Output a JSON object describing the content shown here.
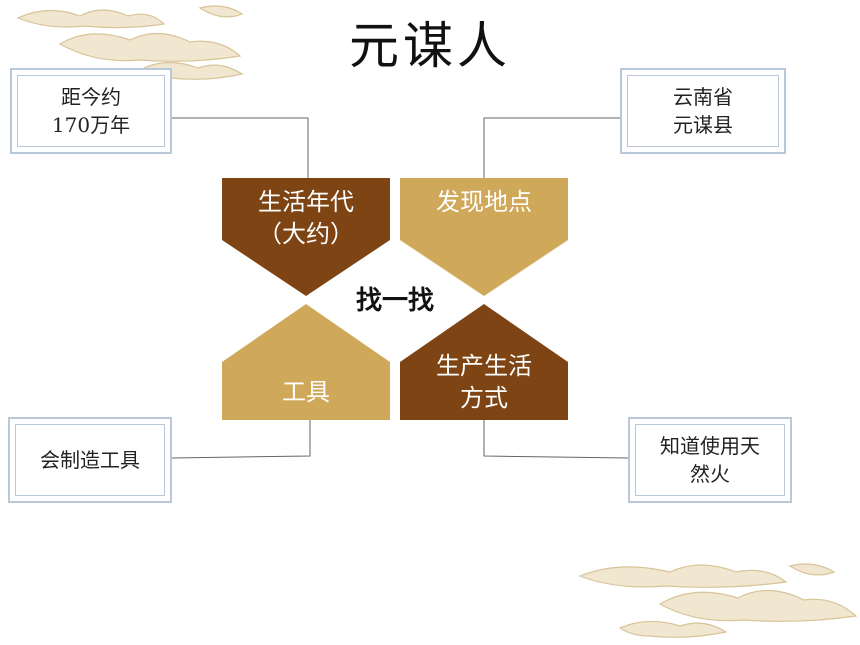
{
  "title": "元谋人",
  "center_label": "找一找",
  "categories": {
    "age": {
      "line1": "生活年代",
      "line2": "（大约）",
      "color": "#7e4414"
    },
    "location": {
      "line1": "发现地点",
      "color": "#d0a85a"
    },
    "tools": {
      "line1": "工具",
      "color": "#d0a85a"
    },
    "lifestyle": {
      "line1": "生产生活",
      "line2": "方式",
      "color": "#7e4414"
    }
  },
  "answers": {
    "age": {
      "line1": "距今约",
      "line2": "170万年"
    },
    "location": {
      "line1": "云南省",
      "line2": "元谋县"
    },
    "tools": {
      "line1": "会制造工具"
    },
    "lifestyle": {
      "line1": "知道使用天",
      "line2": "然火"
    }
  },
  "colors": {
    "box_border": "#b9c8d8",
    "connector": "#666666"
  }
}
